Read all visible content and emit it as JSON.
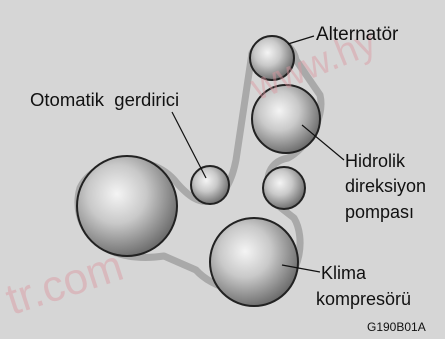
{
  "labels": {
    "alternator": "Alternatör",
    "tensioner": "Otomatik  gerdirici",
    "power_steering_line1": "Hidrolik",
    "power_steering_line2": "direksiyon",
    "power_steering_line3": "pompası",
    "ac_line1": "Klima",
    "ac_line2": "kompresörü",
    "figure_code": "G190B01A"
  },
  "watermarks": {
    "upper": "www.hy",
    "lower": "tr.com"
  },
  "colors": {
    "background": "#d6d6d6",
    "belt": "#a8a8a8",
    "pulley_edge": "#222222",
    "watermark": "#dc96a0"
  }
}
